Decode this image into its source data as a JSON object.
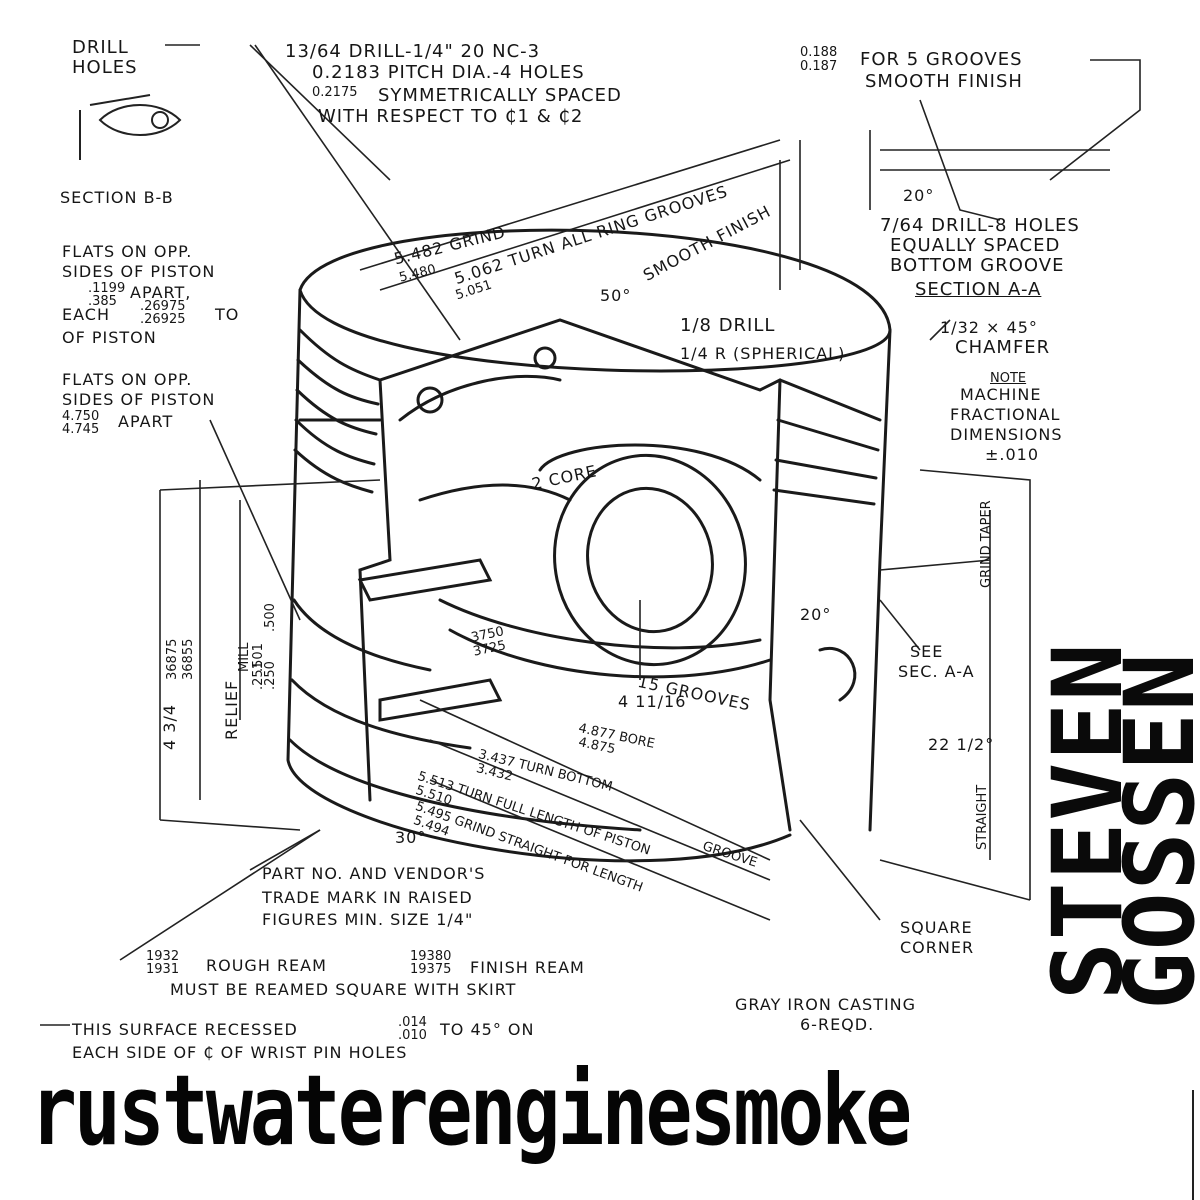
{
  "cover": {
    "artist_first": "STEVEN",
    "artist_last": "GOSSEN",
    "album_title": "rustwaterenginesmoke"
  },
  "drawing": {
    "drill_holes": [
      "DRILL",
      "HOLES"
    ],
    "section_bb": "SECTION B-B",
    "drill_spec_top": [
      "13/64 DRILL-1/4\" 20 NC-3",
      "0.2183 PITCH DIA.-4 HOLES",
      "0.2175",
      "SYMMETRICALLY SPACED",
      "WITH RESPECT TO ₵1 & ₵2"
    ],
    "grooves_spec": [
      "0.188",
      "0.187",
      "FOR 5 GROOVES",
      "SMOOTH FINISH"
    ],
    "drill_8_holes": [
      "7/64 DRILL-8 HOLES",
      "EQUALLY SPACED",
      "BOTTOM GROOVE"
    ],
    "section_aa": "SECTION A-A",
    "flats_1": [
      "FLATS ON OPP.",
      "SIDES OF PISTON",
      "APART,",
      "EACH",
      "TO",
      "OF PISTON"
    ],
    "flats_1_values": [
      ".1199",
      ".385",
      ".26975",
      ".26925"
    ],
    "flats_2": [
      "FLATS ON OPP.",
      "SIDES OF PISTON",
      "APART"
    ],
    "flats_2_values": [
      "4.750",
      "4.745"
    ],
    "grind": [
      "5.482 GRIND",
      "5.480"
    ],
    "turn_ring": [
      "5.062 TURN ALL RING GROOVES",
      "5.051"
    ],
    "smooth_finish": "SMOOTH FINISH",
    "drill_label": "1/8 DRILL",
    "spherical": "1/4 R (SPHERICAL)",
    "chamfer": [
      "1/32 × 45°",
      "CHAMFER"
    ],
    "note": [
      "NOTE",
      "MACHINE",
      "FRACTIONAL",
      "DIMENSIONS",
      "±.010"
    ],
    "core": "2 CORE",
    "see_sec": [
      "SEE",
      "SEC. A-A"
    ],
    "grooves_15": "15 GROOVES",
    "bore": [
      "4.877 BORE",
      "4.875"
    ],
    "dim_4_11_16": "4 11/16",
    "turn_bottom": [
      "3.437 TURN BOTTOM",
      "3.432"
    ],
    "turn_full": [
      "5.513 TURN FULL LENGTH OF PISTON",
      "5.510"
    ],
    "grind_straight": [
      "5.495 GRIND STRAIGHT FOR LENGTH",
      "5.494"
    ],
    "groove_label": "GROOVE",
    "wrist": [
      "3750",
      "3725"
    ],
    "dims_left": [
      "36875",
      "36855",
      "4 3/4",
      "RELIEF",
      "MILL",
      ".501",
      ".500",
      ".251",
      ".250"
    ],
    "grind_taper": "GRIND TAPER",
    "straight": "STRAIGHT",
    "square_corner": [
      "SQUARE",
      "CORNER"
    ],
    "part_no": [
      "PART NO. AND VENDOR'S",
      "TRADE MARK IN RAISED",
      "FIGURES MIN. SIZE 1/4\""
    ],
    "ream": [
      "1932",
      "1931",
      "ROUGH REAM",
      "19380",
      "19375",
      "FINISH REAM",
      "MUST BE REAMED SQUARE WITH SKIRT"
    ],
    "casting": [
      "GRAY IRON CASTING",
      "6-REQD."
    ],
    "recessed": [
      "THIS SURFACE RECESSED",
      ".014",
      ".010",
      "TO 45° ON",
      "EACH SIDE OF ₵ OF WRIST PIN HOLES"
    ],
    "angles": [
      "20°",
      "50°",
      "20°",
      "22 1/2°",
      "30°"
    ]
  }
}
